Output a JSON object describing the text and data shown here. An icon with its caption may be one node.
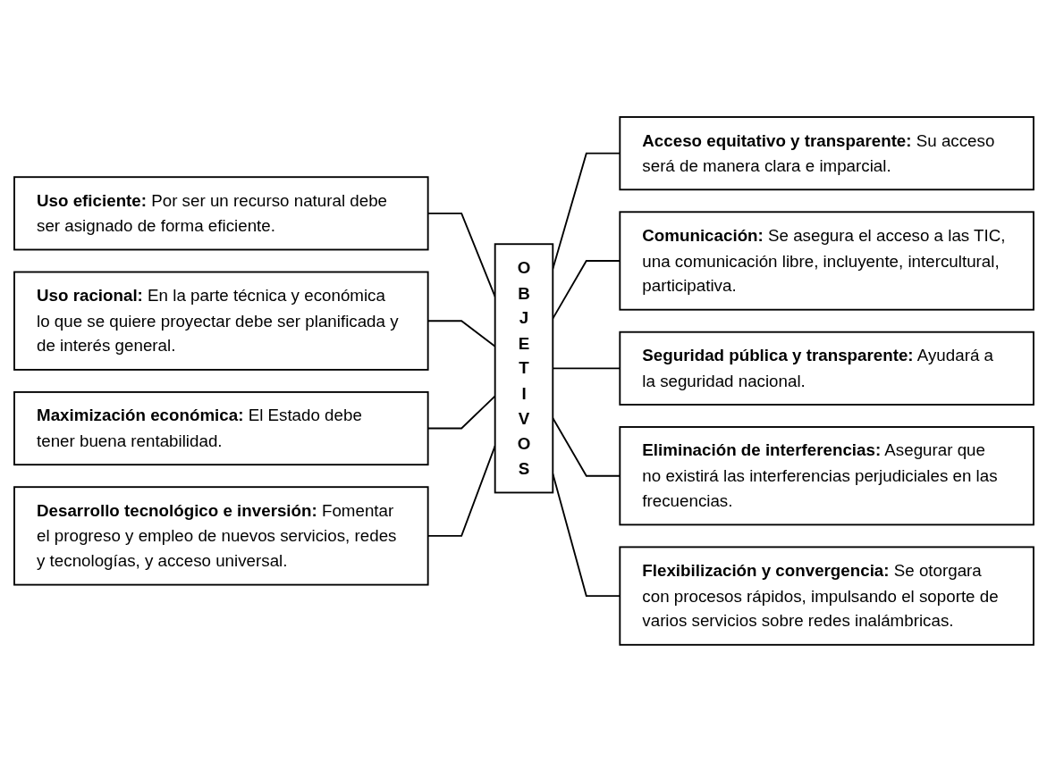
{
  "diagram": {
    "nodes": [
      {
        "text": [
          "Uso eficiente:",
          "Por ser un recurso natural debe ser asignado de forma eficiente."
        ]
      },
      {
        "text": [
          "Uso racional:",
          "En la parte técnica y económica lo que se quiere proyectar debe ser planificada y de interés general."
        ]
      },
      {
        "text": [
          "Maximización económica:",
          "El Estado debe tener buena rentabilidad."
        ]
      },
      {
        "text": [
          "Desarrollo tecnológico e inversión:",
          "Fomentar el progreso y empleo de nuevos servicios, redes y tecnologías, y acceso universal."
        ]
      },
      {
        "text": [
          "OBJETIVOS"
        ]
      },
      {
        "text": [
          "Acceso equitativo y transparente:",
          "Su acceso será de manera clara e imparcial."
        ]
      },
      {
        "text": [
          "Comunicación:",
          "Se asegura el acceso a las TIC, una comunicación libre, incluyente, intercultural, participativa."
        ]
      },
      {
        "text": [
          "Seguridad pública y transparente:",
          "Ayudará a la seguridad nacional."
        ]
      },
      {
        "text": [
          "Eliminación de interferencias:",
          "Asegurar que no existirá las interferencias perjudiciales en las frecuencias."
        ]
      },
      {
        "text": [
          "Flexibilización y convergencia:",
          "Se otorgara con procesos rápidos, impulsando el soporte de varios servicios sobre redes inalámbricas."
        ]
      }
    ],
    "edges": [
      {
        "from": 0,
        "to": 4,
        "arrow": "none"
      },
      {
        "from": 1,
        "to": 4,
        "arrow": "none"
      },
      {
        "from": 2,
        "to": 4,
        "arrow": "none"
      },
      {
        "from": 3,
        "to": 4,
        "arrow": "none"
      },
      {
        "from": 4,
        "to": 5,
        "arrow": "none"
      },
      {
        "from": 4,
        "to": 6,
        "arrow": "none"
      },
      {
        "from": 4,
        "to": 7,
        "arrow": "none"
      },
      {
        "from": 4,
        "to": 8,
        "arrow": "none"
      },
      {
        "from": 4,
        "to": 9,
        "arrow": "none"
      }
    ]
  }
}
